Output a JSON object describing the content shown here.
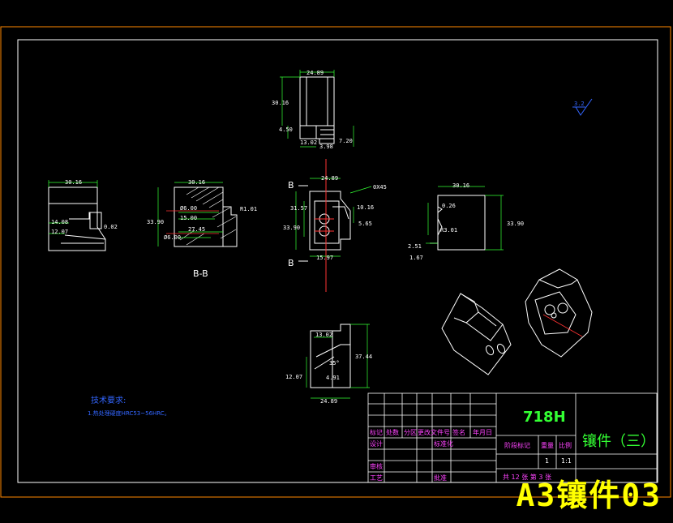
{
  "views": {
    "top": {
      "width": "24.89",
      "height": "30.16",
      "d1": "4.50",
      "d2": "13.02",
      "d3": "7.20",
      "d4": "3.98"
    },
    "left": {
      "width": "30.16",
      "d1": "14.08",
      "d2": "12.07",
      "d3": "0.02"
    },
    "section": {
      "width": "30.16",
      "height": "33.90",
      "r": "R1.01",
      "d1": "Ø6.00",
      "d2": "15.00",
      "d3": "27.45",
      "d4": "Ø6.00",
      "caption": "B-B"
    },
    "front": {
      "width": "24.89",
      "chamfer": "0X45",
      "d1": "31.57",
      "d2": "33.90",
      "d3": "10.16",
      "d4": "5.65",
      "d5": "15.97",
      "section_mark": "B"
    },
    "right": {
      "width": "30.16",
      "height": "33.90",
      "d1": "0.26",
      "r": "R3.01",
      "d2": "2.51",
      "d3": "1.67"
    },
    "bottom": {
      "width": "24.89",
      "height": "37.44",
      "d1": "13.02",
      "angle": "35°",
      "d2": "12.07",
      "d3": "4.91"
    }
  },
  "roughness": "3.2",
  "tech": {
    "heading": "技术要求:",
    "line1": "1.热处理硬度HRC53~56HRC。"
  },
  "title_block": {
    "material": "718H",
    "part_name": "镶件（三）",
    "headers": [
      "标记",
      "处数",
      "分区",
      "更改文件号",
      "签名",
      "年月日"
    ],
    "row_design": "设计",
    "row_std": "标准化",
    "row_check": "审核",
    "row_proc": "工艺",
    "row_approve": "批准",
    "stage_label": "阶段标记",
    "weight_label": "重量",
    "scale_label": "比例",
    "weight_value": "1",
    "scale_value": "1:1",
    "sheets": "共 12 张 第 3 张"
  },
  "overlay_title": "A3镶件03"
}
